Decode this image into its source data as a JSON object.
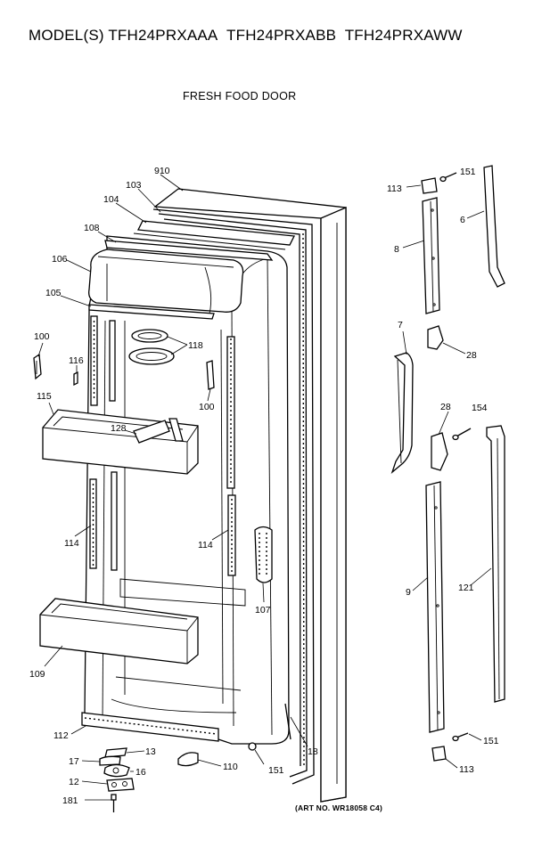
{
  "header": {
    "model_prefix": "MODEL(S)",
    "models": [
      "TFH24PRXAAA",
      "TFH24PRXABB",
      "TFH24PRXAWW"
    ]
  },
  "subtitle": "FRESH FOOD DOOR",
  "art_number": "(ART NO. WR18058 C4)",
  "callouts": [
    {
      "id": "c910",
      "text": "910"
    },
    {
      "id": "c103",
      "text": "103"
    },
    {
      "id": "c104",
      "text": "104"
    },
    {
      "id": "c108",
      "text": "108"
    },
    {
      "id": "c106",
      "text": "106"
    },
    {
      "id": "c105",
      "text": "105"
    },
    {
      "id": "c100a",
      "text": "100"
    },
    {
      "id": "c116",
      "text": "116"
    },
    {
      "id": "c118",
      "text": "118"
    },
    {
      "id": "c100b",
      "text": "100"
    },
    {
      "id": "c115",
      "text": "115"
    },
    {
      "id": "c128",
      "text": "128"
    },
    {
      "id": "c114a",
      "text": "114"
    },
    {
      "id": "c114b",
      "text": "114"
    },
    {
      "id": "c107",
      "text": "107"
    },
    {
      "id": "c109",
      "text": "109"
    },
    {
      "id": "c112",
      "text": "112"
    },
    {
      "id": "c13",
      "text": "13"
    },
    {
      "id": "c17",
      "text": "17"
    },
    {
      "id": "c16",
      "text": "16"
    },
    {
      "id": "c12",
      "text": "12"
    },
    {
      "id": "c181",
      "text": "181"
    },
    {
      "id": "c110",
      "text": "110"
    },
    {
      "id": "c151a",
      "text": "151"
    },
    {
      "id": "c18",
      "text": "18"
    },
    {
      "id": "c113a",
      "text": "113"
    },
    {
      "id": "c151b",
      "text": "151"
    },
    {
      "id": "c6",
      "text": "6"
    },
    {
      "id": "c8",
      "text": "8"
    },
    {
      "id": "c7",
      "text": "7"
    },
    {
      "id": "c28a",
      "text": "28"
    },
    {
      "id": "c28b",
      "text": "28"
    },
    {
      "id": "c154",
      "text": "154"
    },
    {
      "id": "c9",
      "text": "9"
    },
    {
      "id": "c121",
      "text": "121"
    },
    {
      "id": "c151c",
      "text": "151"
    },
    {
      "id": "c113b",
      "text": "113"
    }
  ]
}
